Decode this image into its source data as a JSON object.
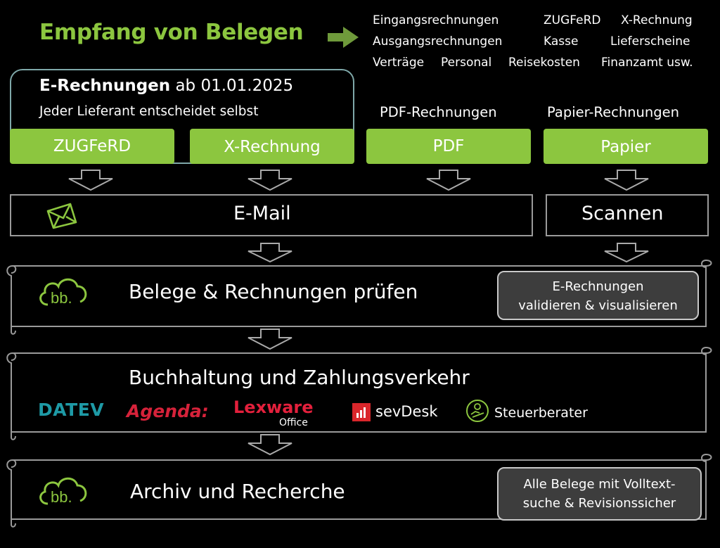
{
  "title": "Empfang von Belegen",
  "categories": {
    "row1": [
      "Eingangsrechnungen",
      "ZUGFeRD",
      "X-Rechnung"
    ],
    "row2": [
      "Ausgangsrechnungen",
      "Kasse",
      "Lieferscheine"
    ],
    "row3": [
      "Verträge",
      "Personal",
      "Reisekosten",
      "Finanzamt usw."
    ]
  },
  "einvoice": {
    "heading_bold": "E-Rechnungen",
    "heading_rest": " ab 01.01.2025",
    "subtitle": "Jeder Lieferant entscheidet selbst",
    "formats": [
      "ZUGFeRD",
      "X-Rechnung"
    ]
  },
  "pdf": {
    "header": "PDF-Rechnungen",
    "label": "PDF"
  },
  "paper": {
    "header": "Papier-Rechnungen",
    "label": "Papier"
  },
  "email": {
    "label": "E-Mail"
  },
  "scan": {
    "label": "Scannen"
  },
  "check": {
    "logo": "bb.",
    "label": "Belege & Rechnungen prüfen",
    "note_line1": "E-Rechnungen",
    "note_line2": "validieren & visualisieren"
  },
  "accounting": {
    "label": "Buchhaltung und Zahlungsverkehr",
    "partners": {
      "datev": "DATEV",
      "agenda": "Agenda:",
      "lexware": "Lexware",
      "lexware_sub": "Office",
      "sevdesk": "sevDesk",
      "steuerberater": "Steuerberater"
    }
  },
  "archive": {
    "logo": "bb.",
    "label": "Archiv und Recherche",
    "note_line1": "Alle Belege mit Volltext-",
    "note_line2": "suche & Revisionssicher"
  },
  "colors": {
    "accent": "#8cc63f",
    "datev": "#1e9aa6",
    "agenda": "#d6223a",
    "lexware": "#e3203c",
    "sevdesk": "#d9262b"
  }
}
